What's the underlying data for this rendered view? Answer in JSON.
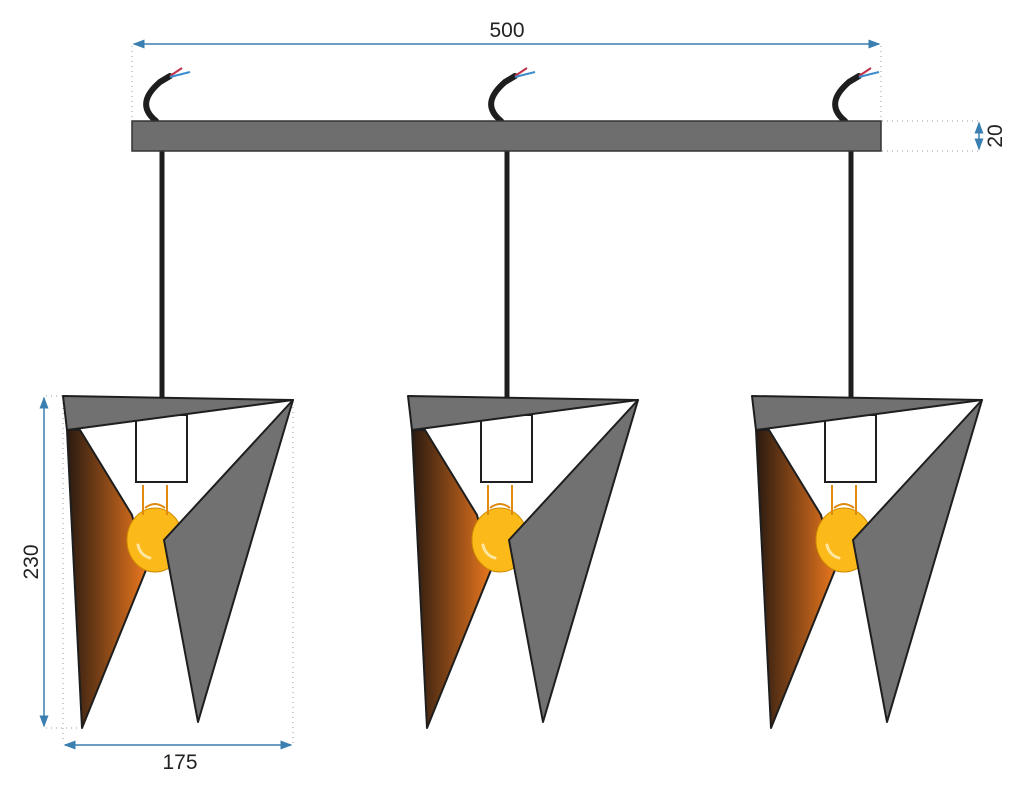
{
  "dimensions": {
    "width_total": "500",
    "bar_height": "20",
    "shade_height": "230",
    "shade_width": "175"
  },
  "lamp_count": 3,
  "colors": {
    "bar": "#6e6e6e",
    "shade_gray": "#717171",
    "shade_inner_dark": "#2a1a10",
    "shade_inner_orange": "#e8761e",
    "bulb": "#fbb91a",
    "dimension_line": "#3a7fb0",
    "wire_red": "#c0304a",
    "wire_blue": "#3a8ccc"
  }
}
